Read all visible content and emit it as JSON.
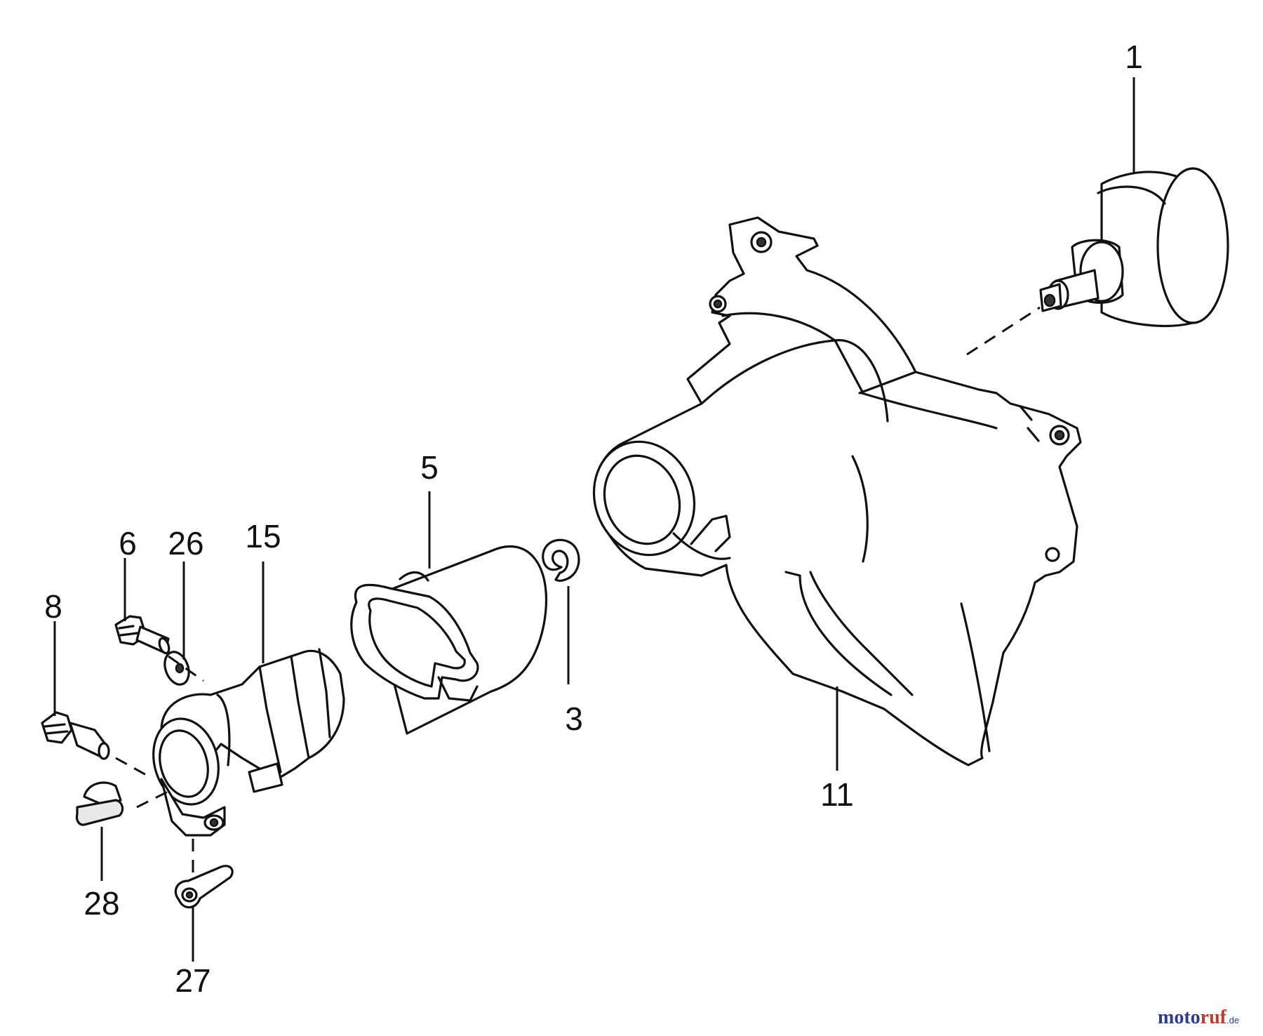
{
  "callouts": {
    "c1": "1",
    "c3": "3",
    "c5": "5",
    "c6": "6",
    "c8": "8",
    "c11": "11",
    "c15": "15",
    "c26": "26",
    "c27": "27",
    "c28": "28"
  },
  "watermark": {
    "part1": "moto",
    "part2": "ruf",
    "part3": ".de"
  },
  "colors": {
    "line": "#111111",
    "watermark_blue": "#2a3d8f",
    "watermark_red": "#c0392b"
  }
}
